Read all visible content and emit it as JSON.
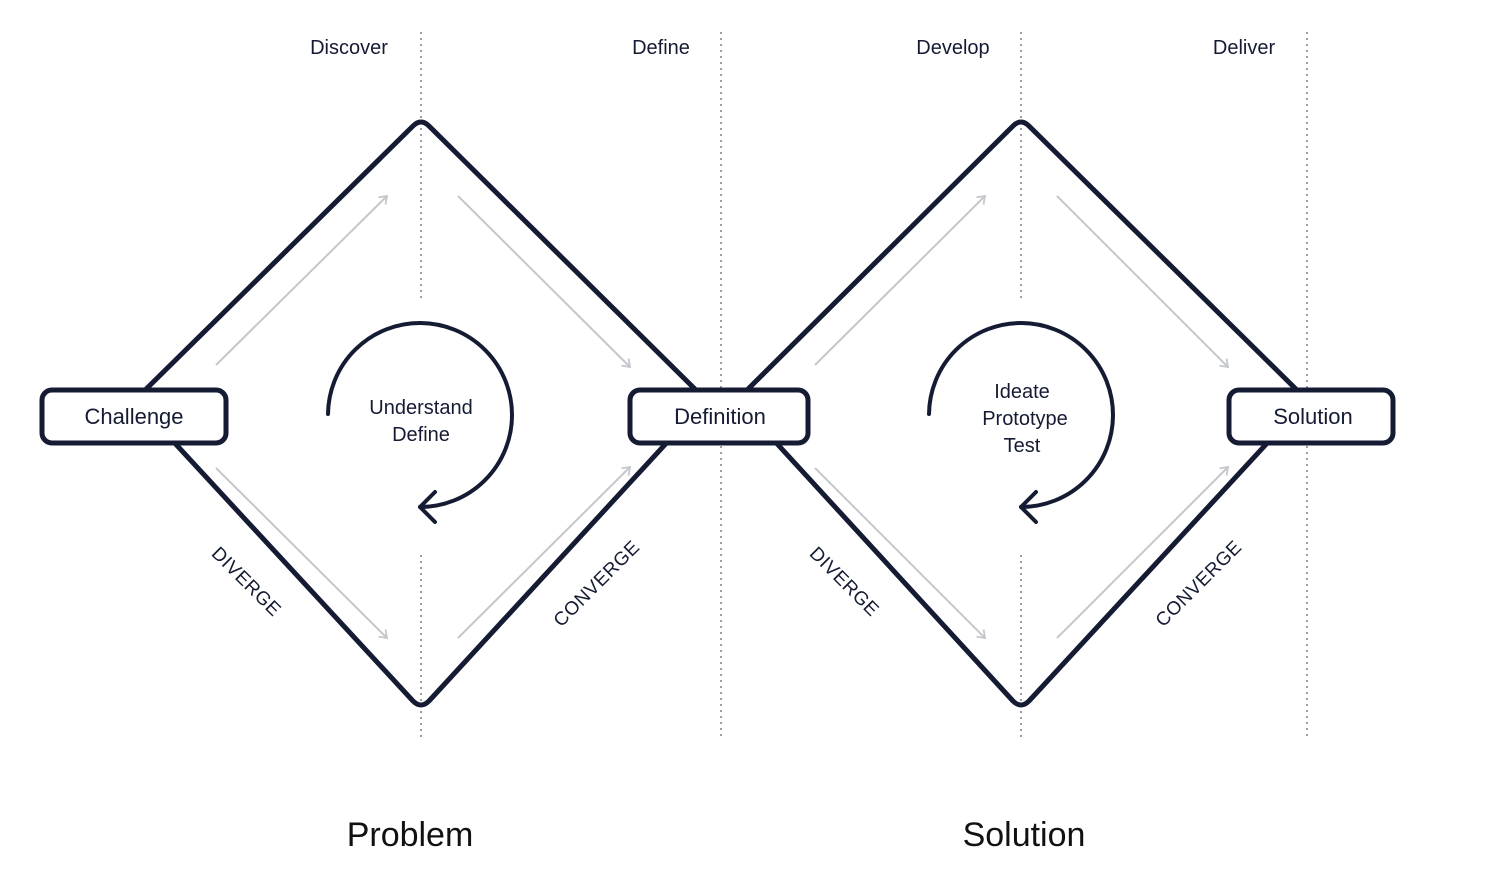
{
  "phases": [
    "Discover",
    "Define",
    "Develop",
    "Deliver"
  ],
  "boxes": [
    "Challenge",
    "Definition",
    "Solution"
  ],
  "diamonds": [
    {
      "center_lines": [
        "Understand",
        "Define"
      ],
      "diverge": "DIVERGE",
      "converge": "CONVERGE",
      "section": "Problem"
    },
    {
      "center_lines": [
        "Ideate",
        "Prototype",
        "Test"
      ],
      "diverge": "DIVERGE",
      "converge": "CONVERGE",
      "section": "Solution"
    }
  ],
  "colors": {
    "ink": "#141b33",
    "arrow": "#c4c7cc",
    "guide": "#9a9ea6"
  }
}
